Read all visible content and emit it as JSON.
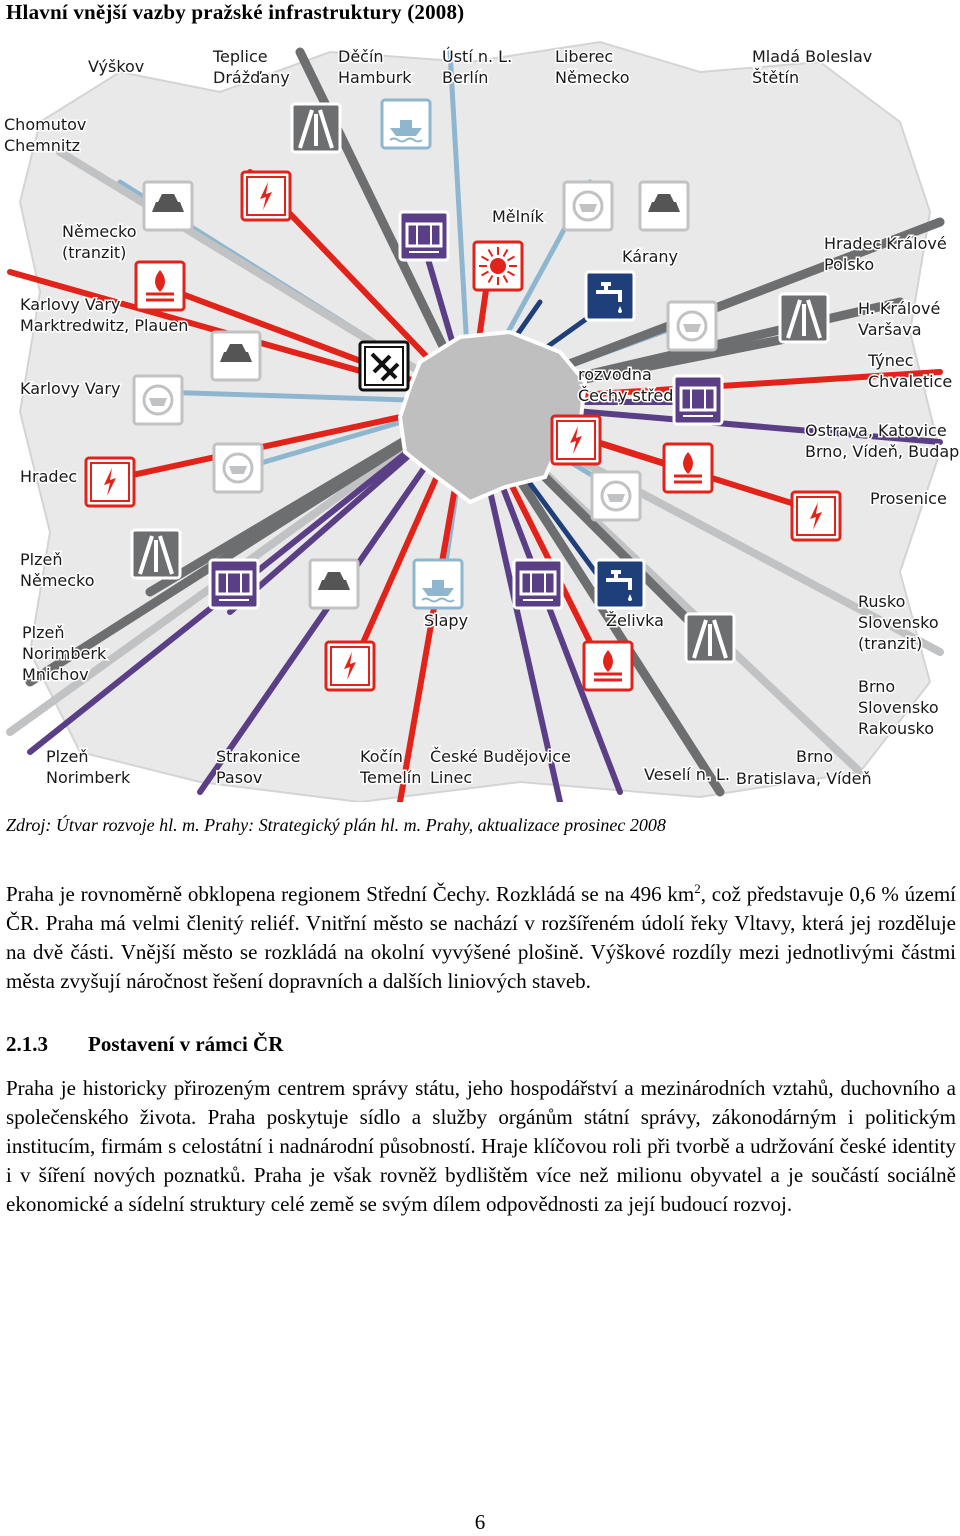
{
  "title": "Hlavní vnější vazby pražské infrastruktury (2008)",
  "map": {
    "labels": [
      {
        "lines": [
          "Výškov"
        ]
      },
      {
        "lines": [
          "Teplice",
          "Drážďany"
        ]
      },
      {
        "lines": [
          "Děčín",
          "Hamburk"
        ]
      },
      {
        "lines": [
          "Ústí n. L.",
          "Berlín"
        ]
      },
      {
        "lines": [
          "Liberec",
          "Německo"
        ]
      },
      {
        "lines": [
          "Mladá Boleslav",
          "Štětín"
        ]
      },
      {
        "lines": [
          "Chomutov",
          "Chemnitz"
        ]
      },
      {
        "lines": [
          "Mělník"
        ]
      },
      {
        "lines": [
          "Německo",
          "(tranzit)"
        ]
      },
      {
        "lines": [
          "Hradec Králové",
          "Polsko"
        ]
      },
      {
        "lines": [
          "Kárany"
        ]
      },
      {
        "lines": [
          "Karlovy Vary",
          "Marktredwitz, Plauen"
        ]
      },
      {
        "lines": [
          "H. Králové",
          "Varšava"
        ]
      },
      {
        "lines": [
          "Týnec",
          "Chvaletice"
        ]
      },
      {
        "lines": [
          "rozvodna",
          "Čechy střed"
        ]
      },
      {
        "lines": [
          "Karlovy Vary"
        ]
      },
      {
        "lines": [
          "Ostrava, Katovice",
          "Brno, Vídeň, Budapešť"
        ]
      },
      {
        "lines": [
          "Hradec"
        ]
      },
      {
        "lines": [
          "Prosenice"
        ]
      },
      {
        "lines": [
          "Plzeň",
          "Německo"
        ]
      },
      {
        "lines": [
          "Rusko",
          "Slovensko",
          "(tranzit)"
        ]
      },
      {
        "lines": [
          "Slapy"
        ]
      },
      {
        "lines": [
          "Želivka"
        ]
      },
      {
        "lines": [
          "Plzeň",
          "Norimberk",
          "Mnichov"
        ]
      },
      {
        "lines": [
          "Brno",
          "Slovensko",
          "Rakousko"
        ]
      },
      {
        "lines": [
          "Plzeň",
          "Norimberk"
        ]
      },
      {
        "lines": [
          "Strakonice",
          "Pasov"
        ]
      },
      {
        "lines": [
          "Kočín",
          "Temelín"
        ]
      },
      {
        "lines": [
          "České Budějovice",
          "Linec"
        ]
      },
      {
        "lines": [
          "Brno"
        ]
      },
      {
        "lines": [
          "Veselí n. L."
        ]
      },
      {
        "lines": [
          "Bratislava, Vídeň"
        ]
      }
    ],
    "colors": {
      "electric": "#e2231a",
      "rail": "#5b3f86",
      "road": "#6d6e70",
      "water": "#1f3f7a",
      "telecom": "#8fb6cf",
      "gas": "#c0c2c4",
      "city": "#bfbfbf"
    }
  },
  "caption": "Zdroj: Útvar rozvoje hl. m. Prahy: Strategický plán hl. m. Prahy, aktualizace prosinec 2008",
  "para1": {
    "a": "Praha je rovnoměrně obklopena regionem Střední Čechy. Rozkládá se na 496 km",
    "sup": "2",
    "b": ", což představuje 0,6 % území ČR. Praha má velmi členitý reliéf. Vnitřní město se nachází v rozšířeném údolí řeky Vltavy, která jej rozděluje na dvě části. Vnější město se rozkládá na okolní vyvýšené plošině. Výškové rozdíly mezi jednotlivými částmi města zvyšují náročnost řešení dopravních a dalších liniových staveb."
  },
  "heading": {
    "number": "2.1.3",
    "text": "Postavení v rámci ČR"
  },
  "para2": "Praha je historicky přirozeným centrem správy státu, jeho hospodářství a mezinárodních vztahů, duchovního a společenského života. Praha poskytuje sídlo a služby orgánům státní správy, zákonodárným i politickým institucím, firmám s celostátní i nadnárodní působností. Hraje klíčovou roli při tvorbě a udržování české identity i v šíření nových poznatků. Praha je však rovněž bydlištěm více než milionu obyvatel a je součástí sociálně ekonomické a sídelní struktury celé země se svým dílem odpovědnosti za její budoucí rozvoj.",
  "page_number": "6"
}
